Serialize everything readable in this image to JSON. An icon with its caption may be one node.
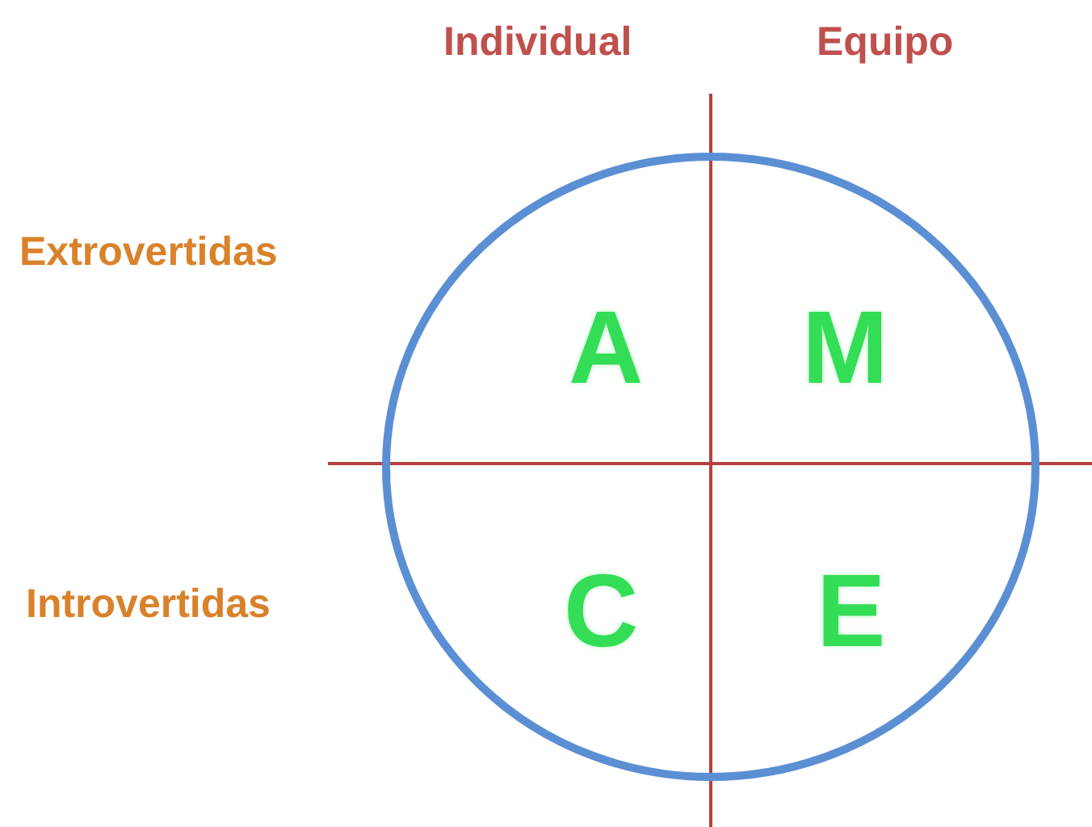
{
  "diagram": {
    "nodes": [
      {
        "text": [
          "A",
          "M",
          "C",
          "E"
        ]
      }
    ],
    "labels": [
      "Individual",
      "Equipo",
      "Extrovertidas",
      "Introvertidas"
    ]
  }
}
